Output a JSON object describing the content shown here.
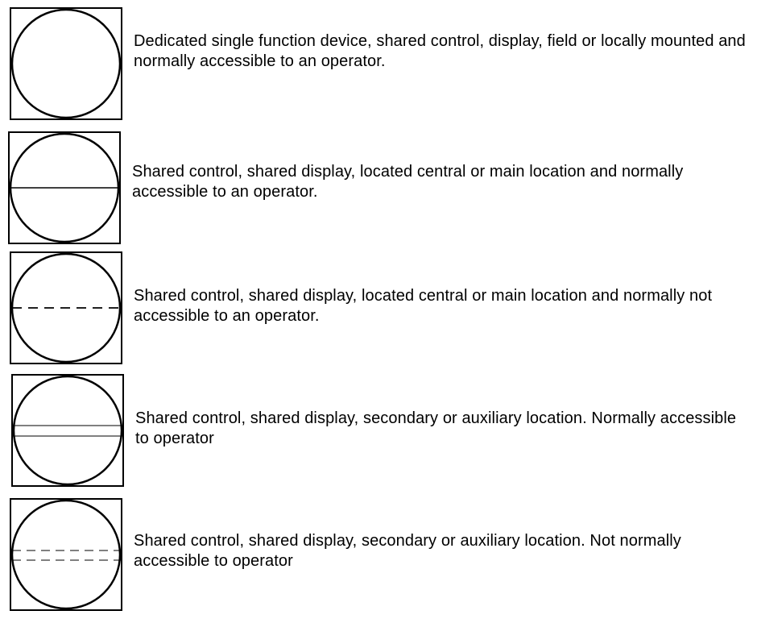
{
  "legend": {
    "items": [
      {
        "symbol": "dedicated-single-function-device-symbol",
        "description": "Dedicated single function device, shared control, display, field or locally mounted and normally accessible to an operator."
      },
      {
        "symbol": "shared-central-accessible-symbol",
        "description": "Shared control, shared display, located central or main location and normally accessible to an operator."
      },
      {
        "symbol": "shared-central-not-accessible-symbol",
        "description": "Shared control, shared display, located central or main location and normally not accessible to an operator."
      },
      {
        "symbol": "shared-auxiliary-accessible-symbol",
        "description": "Shared control, shared display, secondary or auxiliary location. Normally accessible to operator"
      },
      {
        "symbol": "shared-auxiliary-not-accessible-symbol",
        "description": "Shared control, shared display, secondary or auxiliary location. Not normally accessible to operator"
      }
    ]
  }
}
